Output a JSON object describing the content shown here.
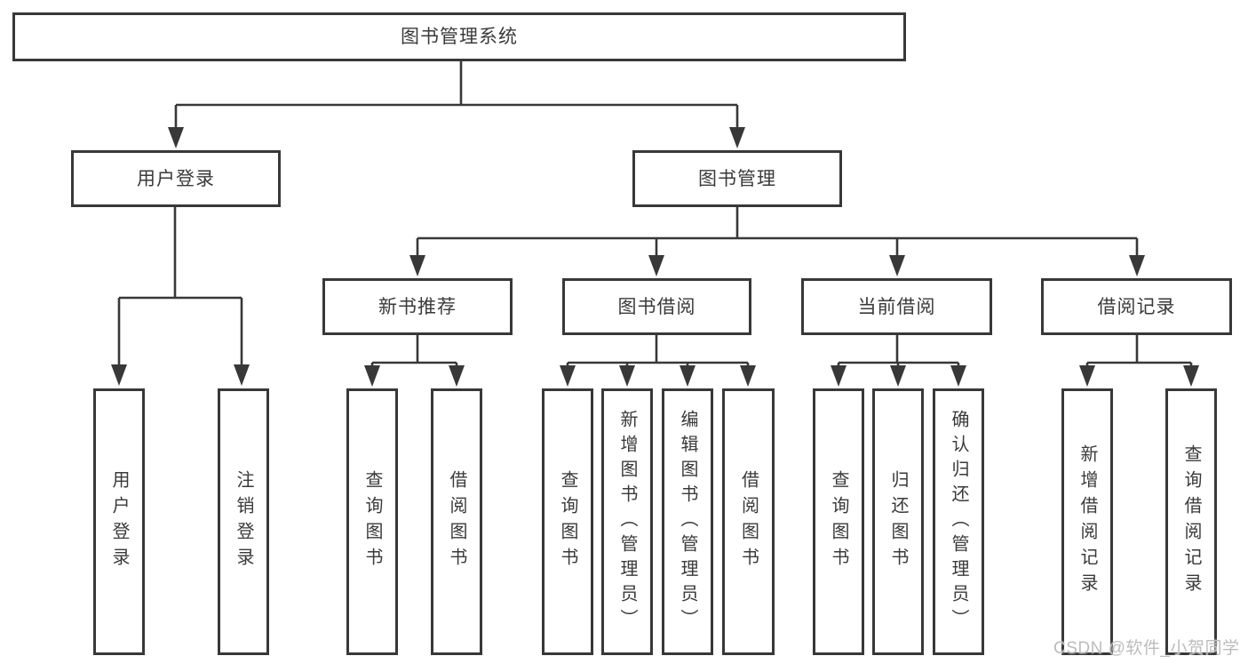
{
  "diagram": {
    "root": "图书管理系统",
    "branches": {
      "user_login": "用户登录",
      "book_management": "图书管理"
    },
    "user_login_children": {
      "login": "用户登录",
      "logout": "注销登录"
    },
    "book_management_children": {
      "new_book_recommend": "新书推荐",
      "book_borrow": "图书借阅",
      "current_borrow": "当前借阅",
      "borrow_records": "借阅记录"
    },
    "new_book_recommend_children": {
      "query_books": "查询图书",
      "borrow_books": "借阅图书"
    },
    "book_borrow_children": {
      "query_books": "查询图书",
      "add_books": "新增图书（管理员）",
      "edit_books": "编辑图书（管理员）",
      "borrow_books": "借阅图书"
    },
    "current_borrow_children": {
      "query_books": "查询图书",
      "return_books": "归还图书",
      "confirm_return": "确认归还（管理员）"
    },
    "borrow_records_children": {
      "add_record": "新增借阅记录",
      "query_record": "查询借阅记录"
    }
  },
  "watermark": "CSDN @软件_小贺同学",
  "colors": {
    "line": "#383838",
    "text": "#3a3a3a",
    "watermark": "#bcbcbc",
    "background": "#ffffff"
  }
}
